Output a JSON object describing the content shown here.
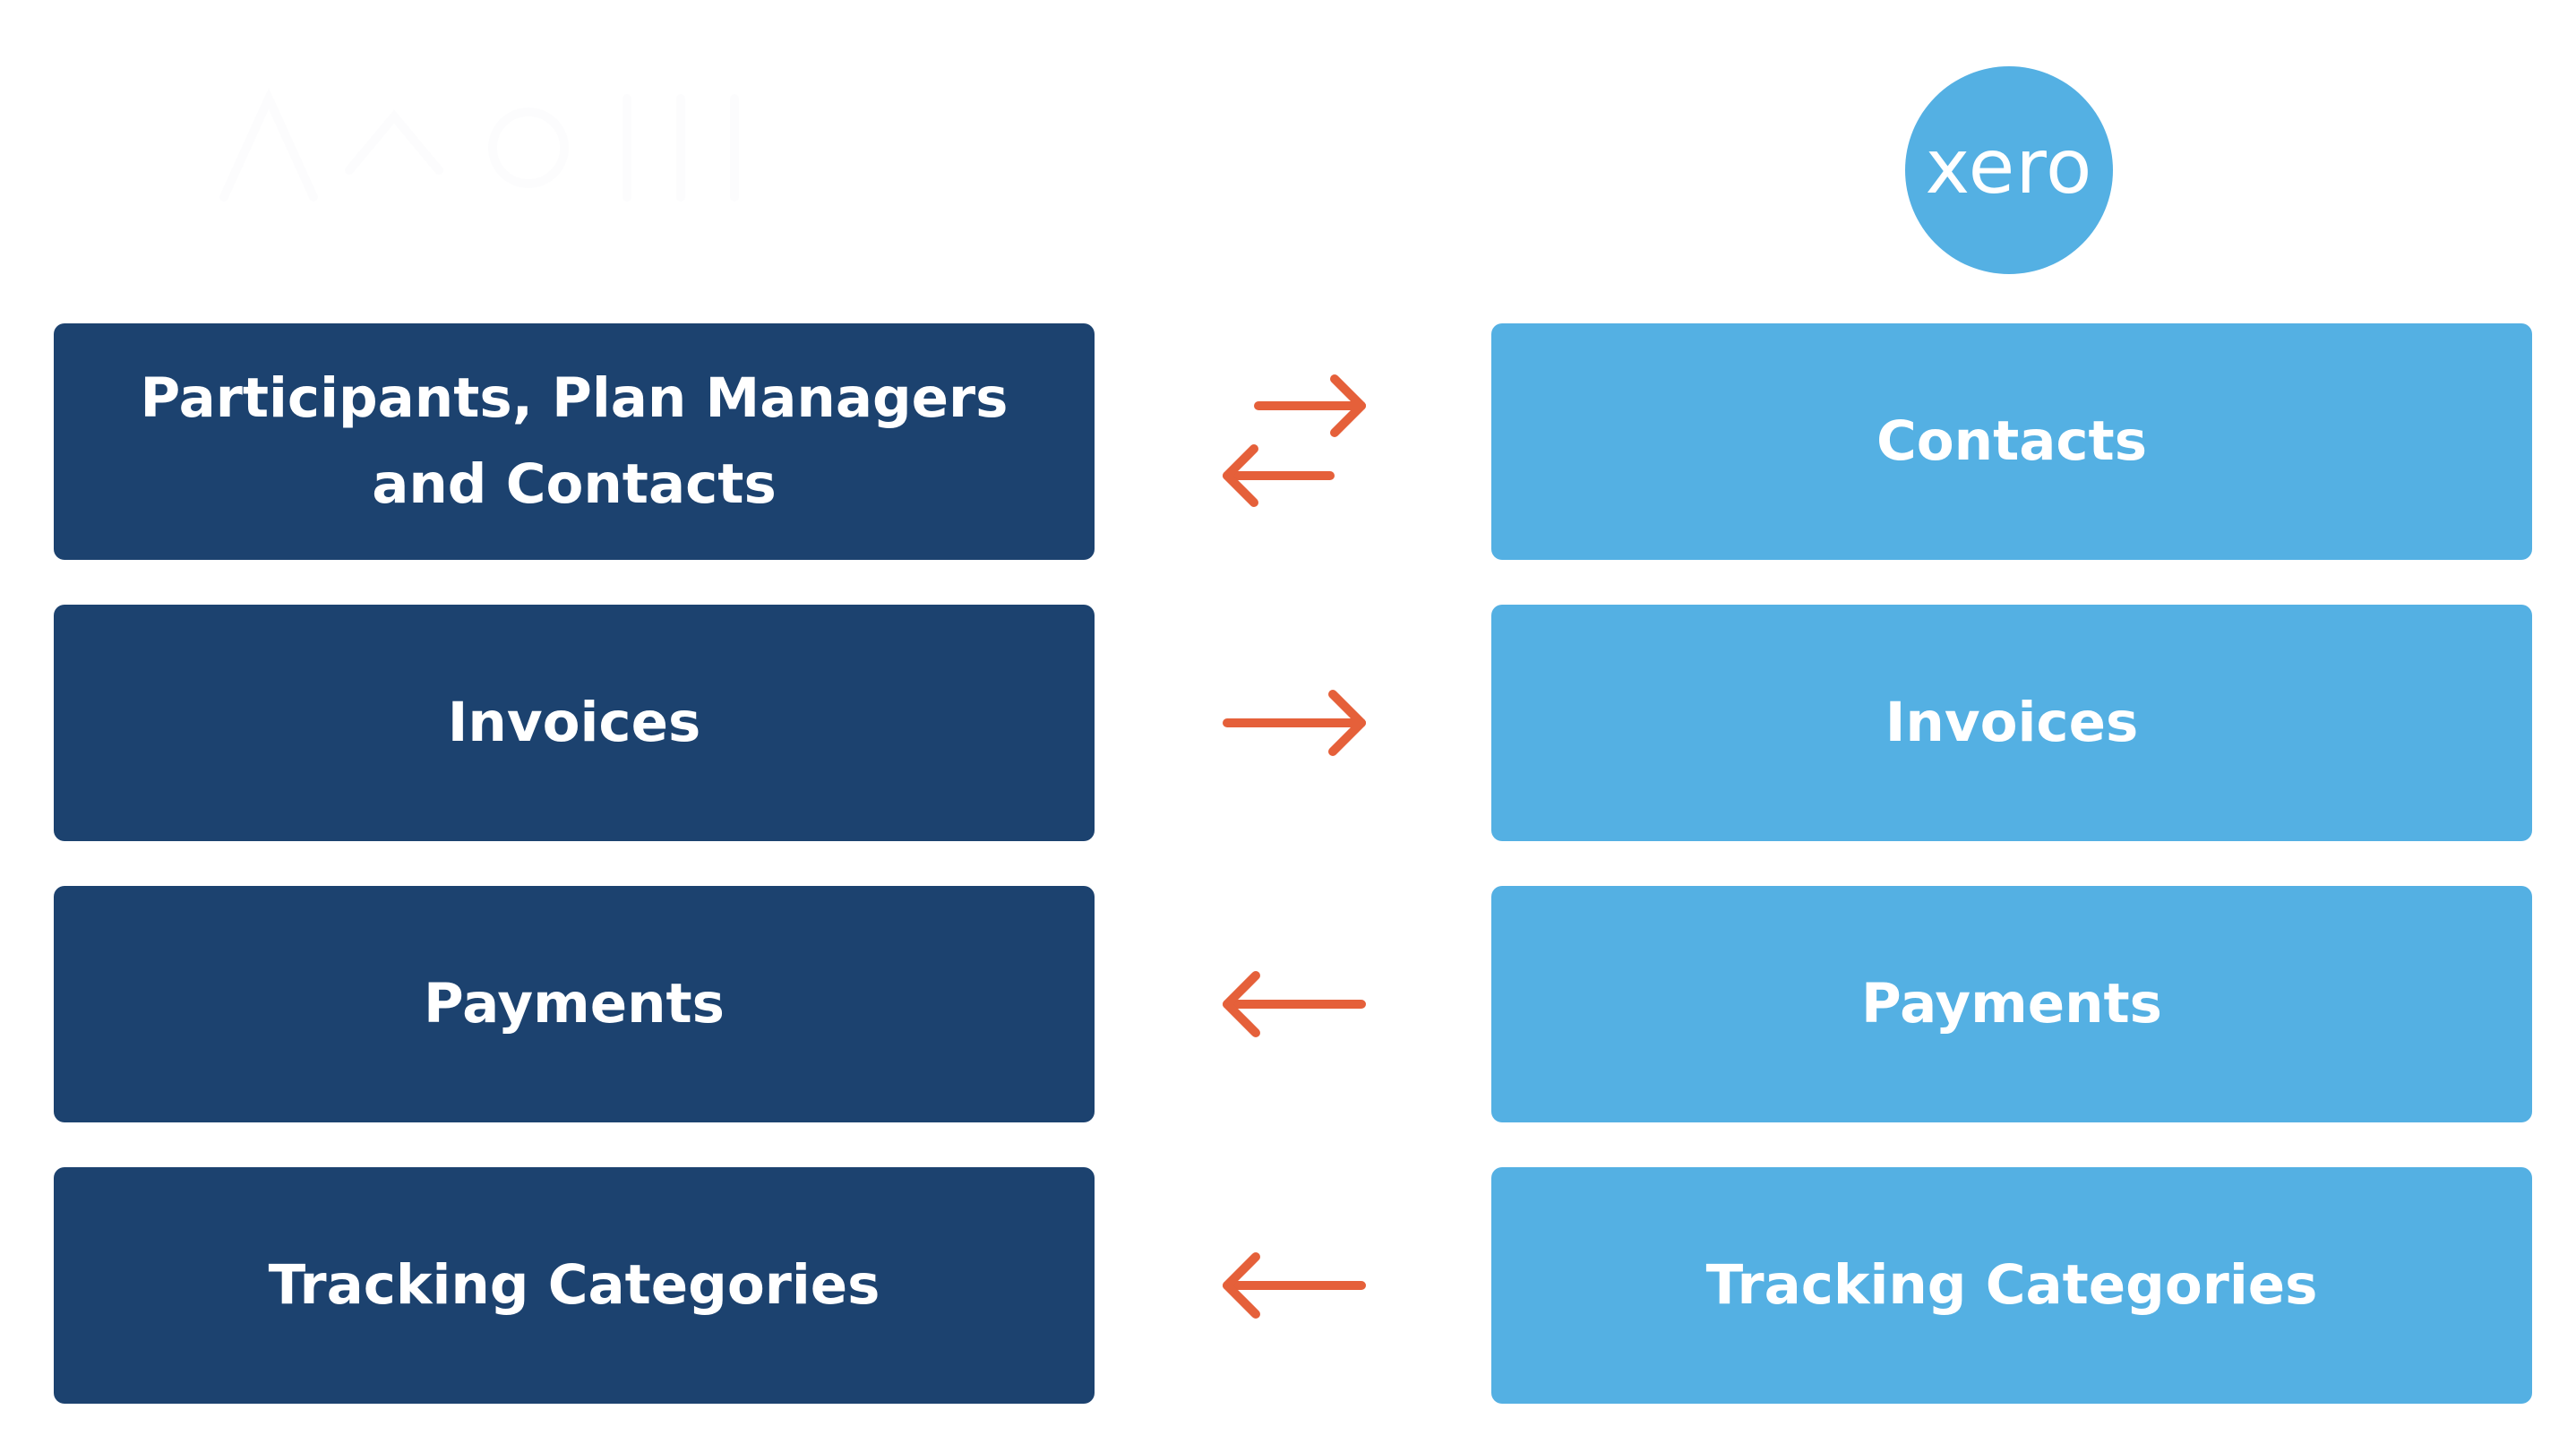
{
  "colors": {
    "left_box": "#1c426f",
    "right_box": "#54b0e3",
    "arrow": "#e5603a",
    "xero_circle": "#54b0e3"
  },
  "logos": {
    "xero": "xero"
  },
  "rows": [
    {
      "left_label": "Participants, Plan Managers and Contacts",
      "right_label": "Contacts",
      "direction": "both"
    },
    {
      "left_label": "Invoices",
      "right_label": "Invoices",
      "direction": "right"
    },
    {
      "left_label": "Payments",
      "right_label": "Payments",
      "direction": "left"
    },
    {
      "left_label": "Tracking Categories",
      "right_label": "Tracking Categories",
      "direction": "left"
    }
  ]
}
